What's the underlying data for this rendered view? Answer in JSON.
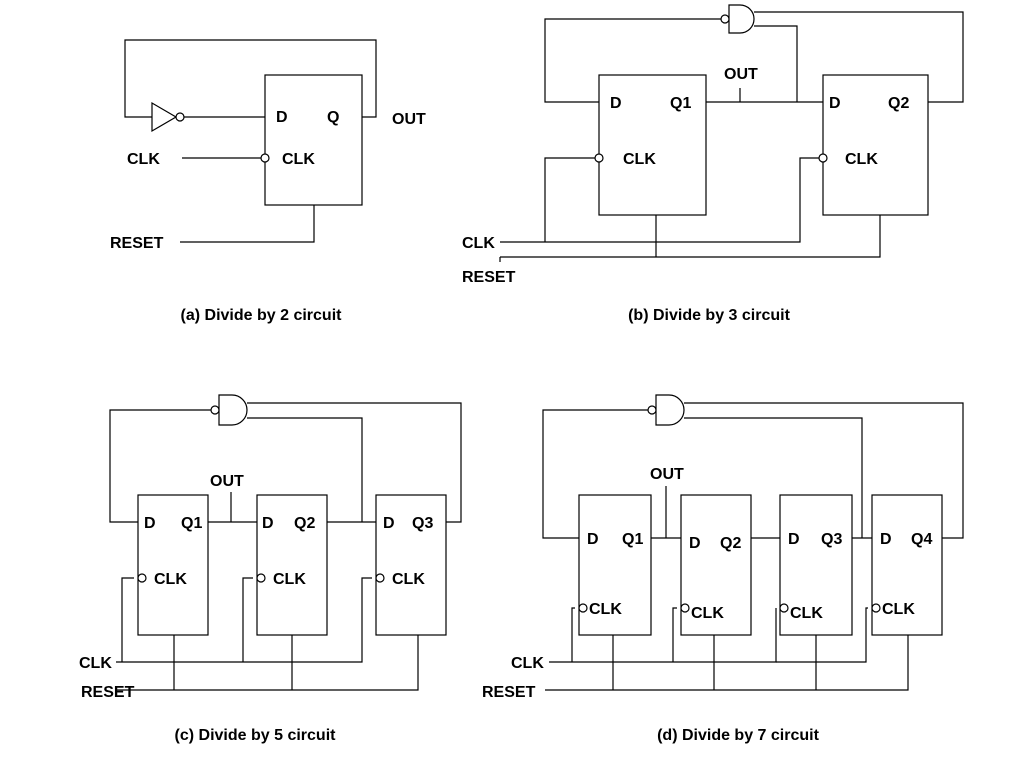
{
  "colors": {
    "line": "#000000",
    "background": "#ffffff"
  },
  "labels": {
    "d": "D",
    "clk": "CLK",
    "reset": "RESET",
    "out": "OUT",
    "q": "Q",
    "q1": "Q1",
    "q2": "Q2",
    "q3": "Q3",
    "q4": "Q4"
  },
  "captions": {
    "a": "(a) Divide by 2 circuit",
    "b": "(b) Divide by 3 circuit",
    "c": "(c) Divide by 5 circuit",
    "d": "(d) Divide by 7 circuit"
  },
  "components": {
    "a": [
      "not-gate",
      "d-flip-flop"
    ],
    "b": [
      "and-gate",
      "d-flip-flop",
      "d-flip-flop"
    ],
    "c": [
      "and-gate",
      "d-flip-flop",
      "d-flip-flop",
      "d-flip-flop"
    ],
    "d": [
      "and-gate",
      "d-flip-flop",
      "d-flip-flop",
      "d-flip-flop",
      "d-flip-flop"
    ]
  }
}
